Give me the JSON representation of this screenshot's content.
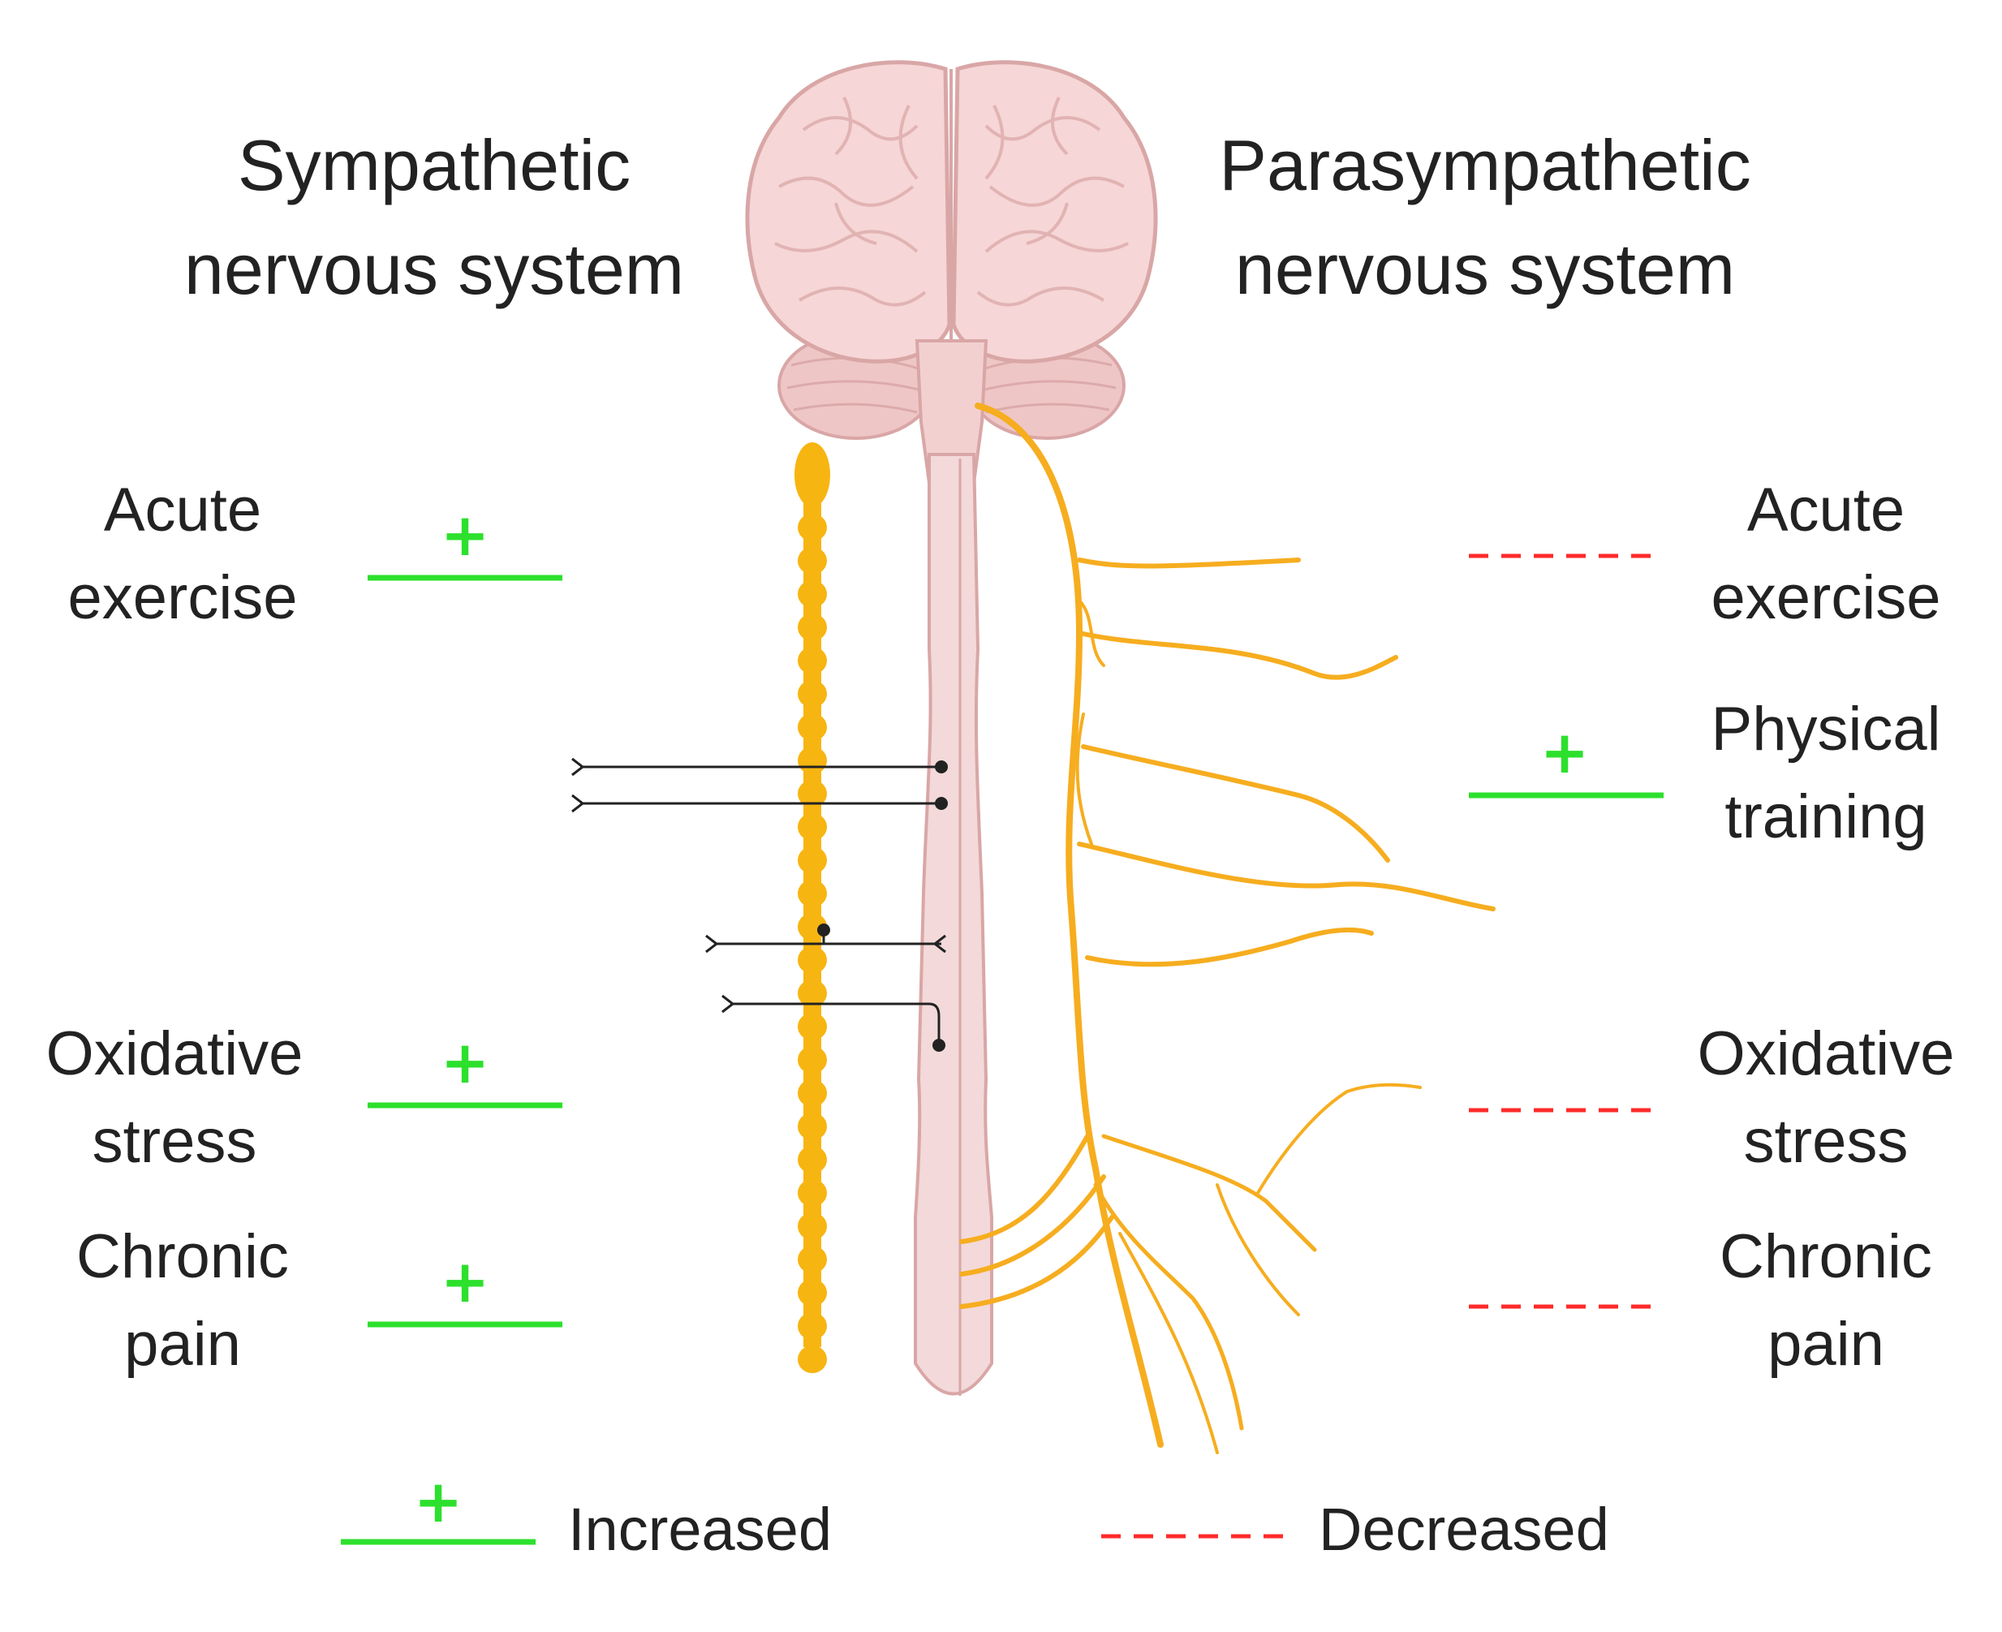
{
  "titles": {
    "sympathetic": [
      "Sympathetic",
      "nervous system"
    ],
    "parasympathetic": [
      "Parasympathetic",
      "nervous system"
    ]
  },
  "sympathetic_effects": [
    {
      "label": [
        "Acute",
        "exercise"
      ],
      "effect": "increased"
    },
    {
      "label": [
        "Oxidative",
        "stress"
      ],
      "effect": "increased"
    },
    {
      "label": [
        "Chronic",
        "pain"
      ],
      "effect": "increased"
    }
  ],
  "parasympathetic_effects": [
    {
      "label": [
        "Acute",
        "exercise"
      ],
      "effect": "decreased"
    },
    {
      "label": [
        "Physical",
        "training"
      ],
      "effect": "increased"
    },
    {
      "label": [
        "Oxidative",
        "stress"
      ],
      "effect": "decreased"
    },
    {
      "label": [
        "Chronic",
        "pain"
      ],
      "effect": "decreased"
    }
  ],
  "symbols": {
    "plus": "+"
  },
  "legend": {
    "increased": "Increased",
    "decreased": "Decreased"
  },
  "colors": {
    "increased": "#2de02d",
    "decreased": "#ff2a2a",
    "nerve": "#f6ad1f",
    "chain": "#f7b511",
    "spinal_cord": "#f3d9d9",
    "brain": "#f4d2d2",
    "brain_outline": "#d9a6a6",
    "text": "#222222"
  }
}
